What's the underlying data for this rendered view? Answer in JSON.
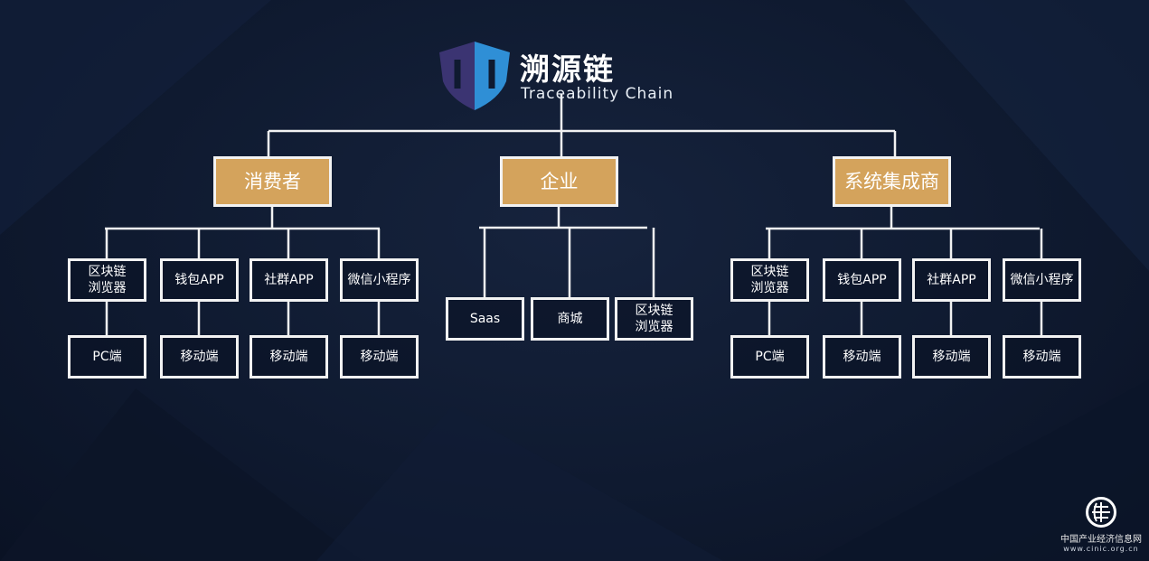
{
  "logo": {
    "title": "溯源链",
    "subtitle": "Traceability Chain",
    "colors": {
      "left": "#3b3472",
      "right": "#2f8fd6"
    }
  },
  "colors": {
    "category_fill": "#d4a35c",
    "border": "#f2f2f2",
    "background": "#0f1a30"
  },
  "categories": [
    {
      "label": "消费者",
      "children": [
        {
          "label": "区块链\n浏览器",
          "sub": "PC端"
        },
        {
          "label": "钱包APP",
          "sub": "移动端"
        },
        {
          "label": "社群APP",
          "sub": "移动端"
        },
        {
          "label": "微信小程序",
          "sub": "移动端"
        }
      ]
    },
    {
      "label": "企业",
      "children": [
        {
          "label": "Saas"
        },
        {
          "label": "商城"
        },
        {
          "label": "区块链\n浏览器"
        }
      ]
    },
    {
      "label": "系统集成商",
      "children": [
        {
          "label": "区块链\n浏览器",
          "sub": "PC端"
        },
        {
          "label": "钱包APP",
          "sub": "移动端"
        },
        {
          "label": "社群APP",
          "sub": "移动端"
        },
        {
          "label": "微信小程序",
          "sub": "移动端"
        }
      ]
    }
  ],
  "watermark": {
    "name": "中国产业经济信息网",
    "url": "www.cinic.org.cn"
  }
}
